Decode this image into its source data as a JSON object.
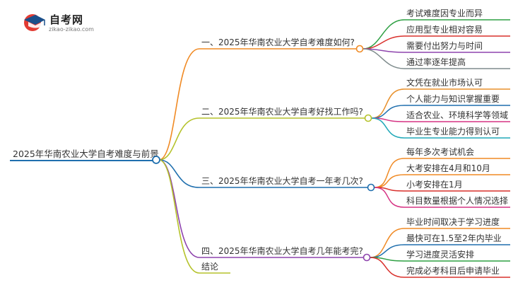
{
  "logo": {
    "title": "自考网",
    "subtitle": "zikao-zikao.com",
    "icon": "graduation-cap-icon"
  },
  "root": {
    "label": "2025年华南农业大学自考难度与前景",
    "color": "#1f6fae"
  },
  "branches": [
    {
      "label": "一、2025年华南农业大学自考难度如何?",
      "color": "#f08a24",
      "leaves": [
        {
          "label": "考试难度因专业而异",
          "color": "#2ea043"
        },
        {
          "label": "应用型专业相对容易",
          "color": "#d9302c"
        },
        {
          "label": "需要付出努力与时间",
          "color": "#8e44ad"
        },
        {
          "label": "通过率逐年提高",
          "color": "#7f8c8d"
        }
      ]
    },
    {
      "label": "二、2025年华南农业大学自考好找工作吗?",
      "color": "#b5c22b",
      "leaves": [
        {
          "label": "文凭在就业市场认可",
          "color": "#e8902b"
        },
        {
          "label": "个人能力与知识掌握重要",
          "color": "#1f6fae"
        },
        {
          "label": "适合农业、环境科学等领域",
          "color": "#d63384"
        },
        {
          "label": "毕业生专业能力得到认可",
          "color": "#20a8b8"
        }
      ]
    },
    {
      "label": "三、2025年华南农业大学自考一年考几次?",
      "color": "#1f6fae",
      "leaves": [
        {
          "label": "每年多次考试机会",
          "color": "#f08a24"
        },
        {
          "label": "大考安排在4月和10月",
          "color": "#f08a24"
        },
        {
          "label": "小考安排在1月",
          "color": "#d9302c"
        },
        {
          "label": "科目数量根据个人情况选择",
          "color": "#d63384"
        }
      ]
    },
    {
      "label": "四、2025年华南农业大学自考几年能考完?",
      "color": "#8e44ad",
      "leaves": [
        {
          "label": "毕业时间取决于学习进度",
          "color": "#f08a24"
        },
        {
          "label": "最快可在1.5至2年内毕业",
          "color": "#1f6fae"
        },
        {
          "label": "学习进度灵活安排",
          "color": "#2ea043"
        },
        {
          "label": "完成必考科目后申请毕业",
          "color": "#d9302c"
        }
      ]
    },
    {
      "label": "结论",
      "color": "#b5c22b",
      "leaves": []
    }
  ]
}
